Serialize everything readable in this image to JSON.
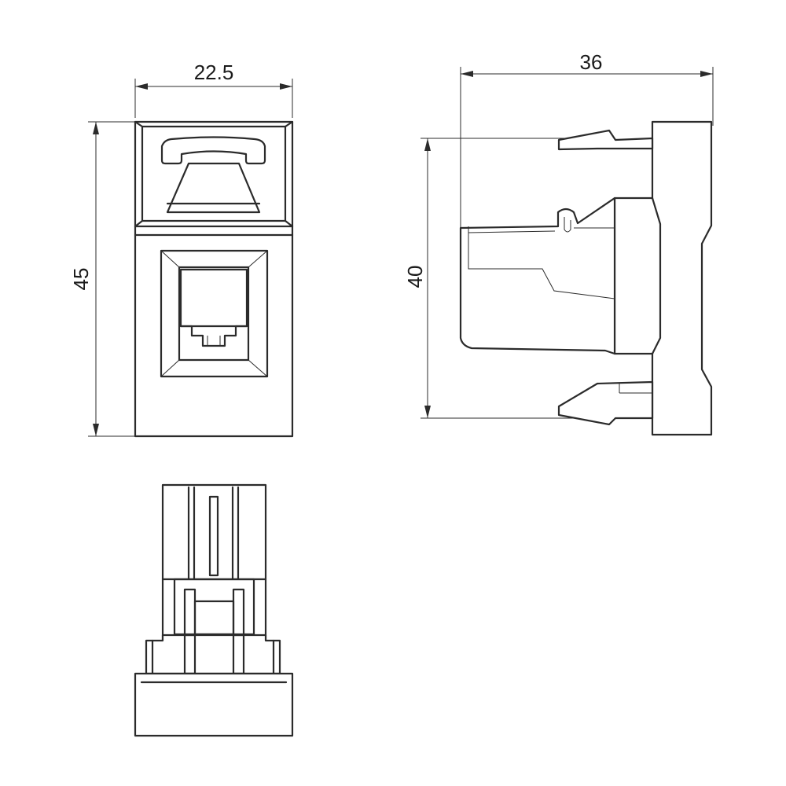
{
  "drawing": {
    "front_view": {
      "width_label": "22.5",
      "height_label": "45"
    },
    "side_view": {
      "width_label": "36",
      "height_label": "40"
    },
    "bottom_view": {}
  }
}
